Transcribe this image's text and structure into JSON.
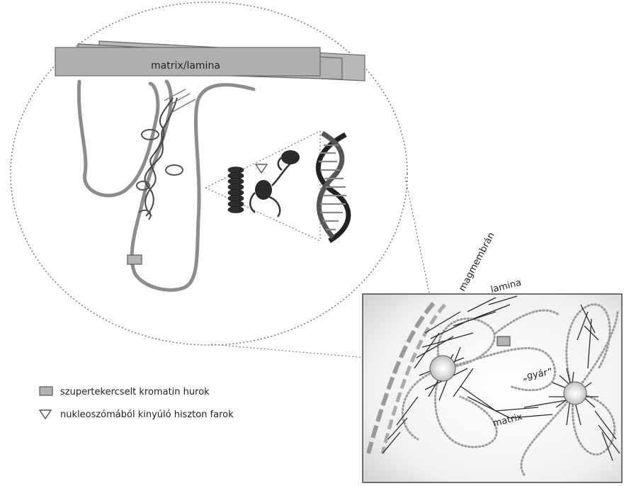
{
  "labels": {
    "matrix_lamina": "matrix/lamina",
    "magmembran": "magmembrán",
    "lamina": "lamina",
    "gyar": "„gyár”",
    "matrix": "matrix"
  },
  "legend": {
    "items": [
      {
        "symbol": "gray-rectangle-icon",
        "text": "szupertekercselt kromatin hurok"
      },
      {
        "symbol": "triangle-icon",
        "text": "nukleoszómából kinyúló hiszton farok"
      }
    ]
  },
  "colors": {
    "chromatin_fiber": "#8c8c8c",
    "lamina_plate": "#b3b3b3",
    "outline": "#555555",
    "dotted_circle": "#777777",
    "dark_fiber": "#2a2a2a"
  }
}
